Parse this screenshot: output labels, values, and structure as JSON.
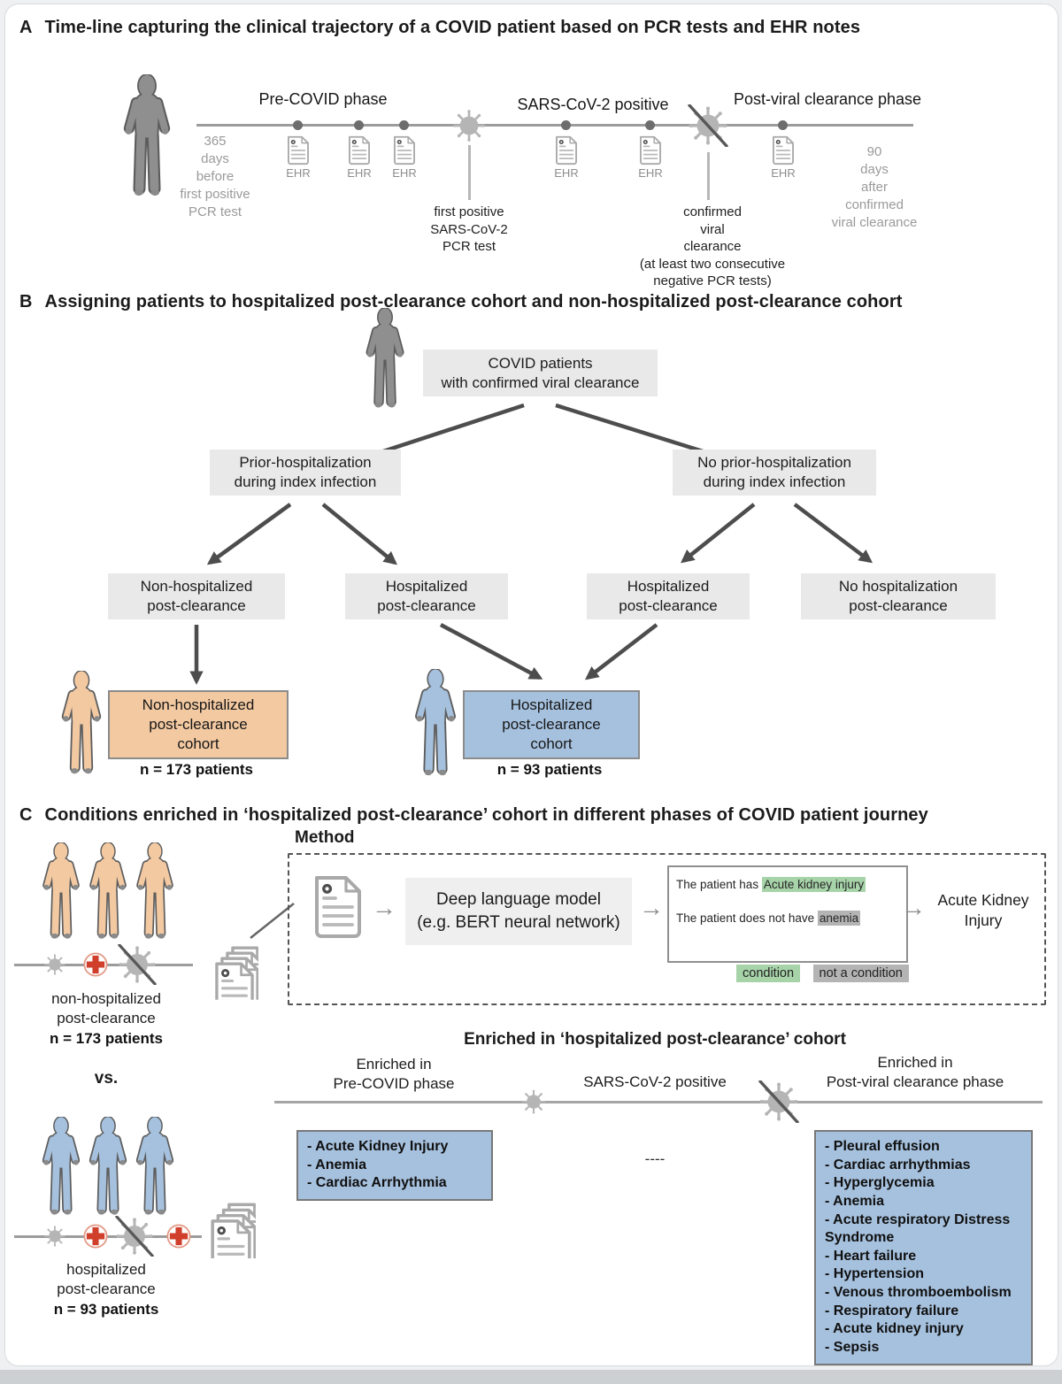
{
  "colors": {
    "orange": "#f3c9a2",
    "blue": "#a6c1de",
    "gray_person": "#8f8f8f",
    "virus_gray": "#b5b5b5",
    "green_highlight": "#a7d3a9",
    "gray_highlight": "#b4b4b4",
    "box_gray": "#e9e9e9",
    "arrow_dark": "#4d4d4d"
  },
  "panel_a": {
    "label": "A",
    "title": "Time-line capturing the clinical trajectory of a COVID patient based on PCR tests and EHR notes",
    "phase_pre": "Pre-COVID phase",
    "phase_positive": "SARS-CoV-2 positive",
    "phase_post": "Post-viral clearance phase",
    "ehr_label": "EHR",
    "note_365": "365\ndays\nbefore\nfirst positive\nPCR test",
    "note_first_positive": "first positive\nSARS-CoV-2\nPCR test",
    "note_confirmed": "confirmed\nviral\nclearance\n(at least two consecutive\nnegative PCR tests)",
    "note_90": "90\ndays\nafter\nconfirmed\nviral clearance"
  },
  "panel_b": {
    "label": "B",
    "title": "Assigning patients to hospitalized post-clearance cohort and non-hospitalized post-clearance cohort",
    "root_box": "COVID patients\nwith confirmed viral clearance",
    "branch_left": "Prior-hospitalization\nduring index infection",
    "branch_right": "No prior-hospitalization\nduring index infection",
    "leaf_1": "Non-hospitalized\npost-clearance",
    "leaf_2": "Hospitalized\npost-clearance",
    "leaf_3": "Hospitalized\npost-clearance",
    "leaf_4": "No hospitalization\npost-clearance",
    "cohort_orange_box": "Non-hospitalized\npost-clearance\ncohort",
    "cohort_orange_n": "n = 173 patients",
    "cohort_blue_box": "Hospitalized\npost-clearance\ncohort",
    "cohort_blue_n": "n = 93 patients"
  },
  "panel_c": {
    "label": "C",
    "title": "Conditions enriched in ‘hospitalized post-clearance’ cohort in different phases of COVID patient journey",
    "method_heading": "Method",
    "model_box": "Deep language model\n(e.g. BERT neural network)",
    "sentence_1_prefix": "The patient has ",
    "sentence_1_highlight": "Acute kidney injury",
    "sentence_2_prefix": "The patient does not have ",
    "sentence_2_highlight": "anemia",
    "method_output": "Acute Kidney\nInjury",
    "legend_condition": "condition",
    "legend_not_condition": "not a condition",
    "group_top_caption": "non-hospitalized\npost-clearance",
    "group_top_n": "n = 173 patients",
    "vs": "vs.",
    "group_bottom_caption": "hospitalized\npost-clearance",
    "group_bottom_n": "n = 93 patients",
    "enriched_header": "Enriched in ‘hospitalized post-clearance’ cohort",
    "phase_left": "Enriched in\nPre-COVID phase",
    "phase_mid": "SARS-CoV-2 positive",
    "phase_right": "Enriched in\nPost-viral clearance phase",
    "pre_covid_conditions": [
      "- Acute Kidney Injury",
      "- Anemia",
      "- Cardiac Arrhythmia"
    ],
    "mid_placeholder": "----",
    "post_viral_conditions": [
      "- Pleural effusion",
      "- Cardiac arrhythmias",
      "- Hyperglycemia",
      "- Anemia",
      "- Acute respiratory Distress\nSyndrome",
      "- Heart failure",
      "- Hypertension",
      "- Venous thromboembolism",
      "- Respiratory failure",
      "- Acute kidney injury",
      "- Sepsis"
    ]
  }
}
